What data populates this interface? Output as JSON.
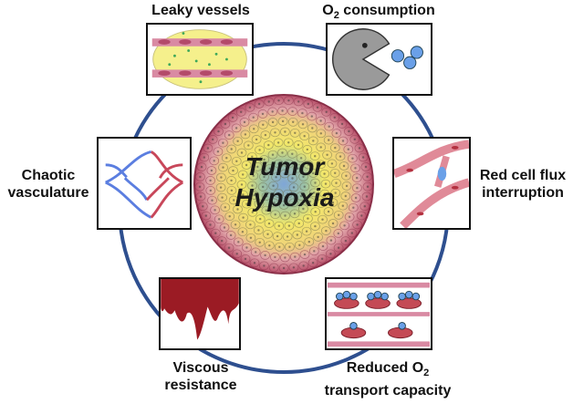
{
  "center": {
    "line1": "Tumor",
    "line2": "Hypoxia"
  },
  "factors": {
    "leaky_vessels": "Leaky vessels",
    "o2_consumption": {
      "prefix": "O",
      "sub": "2",
      "suffix": " consumption"
    },
    "red_cell_flux": {
      "line1": "Red cell flux",
      "line2": "interruption"
    },
    "reduced_o2": {
      "line1_prefix": "Reduced O",
      "line1_sub": "2",
      "line2": "transport capacity"
    },
    "viscous": {
      "line1": "Viscous",
      "line2": "resistance"
    },
    "chaotic": {
      "line1": "Chaotic",
      "line2": "vasculature"
    }
  },
  "colors": {
    "ring": "#2e4f8f",
    "vessel": "#c8475a",
    "blood": "#9b1b24",
    "cell_blue": "#5b8ed6",
    "tumor_yellow": "#f2e86a",
    "tumor_edge": "#b8506a"
  }
}
